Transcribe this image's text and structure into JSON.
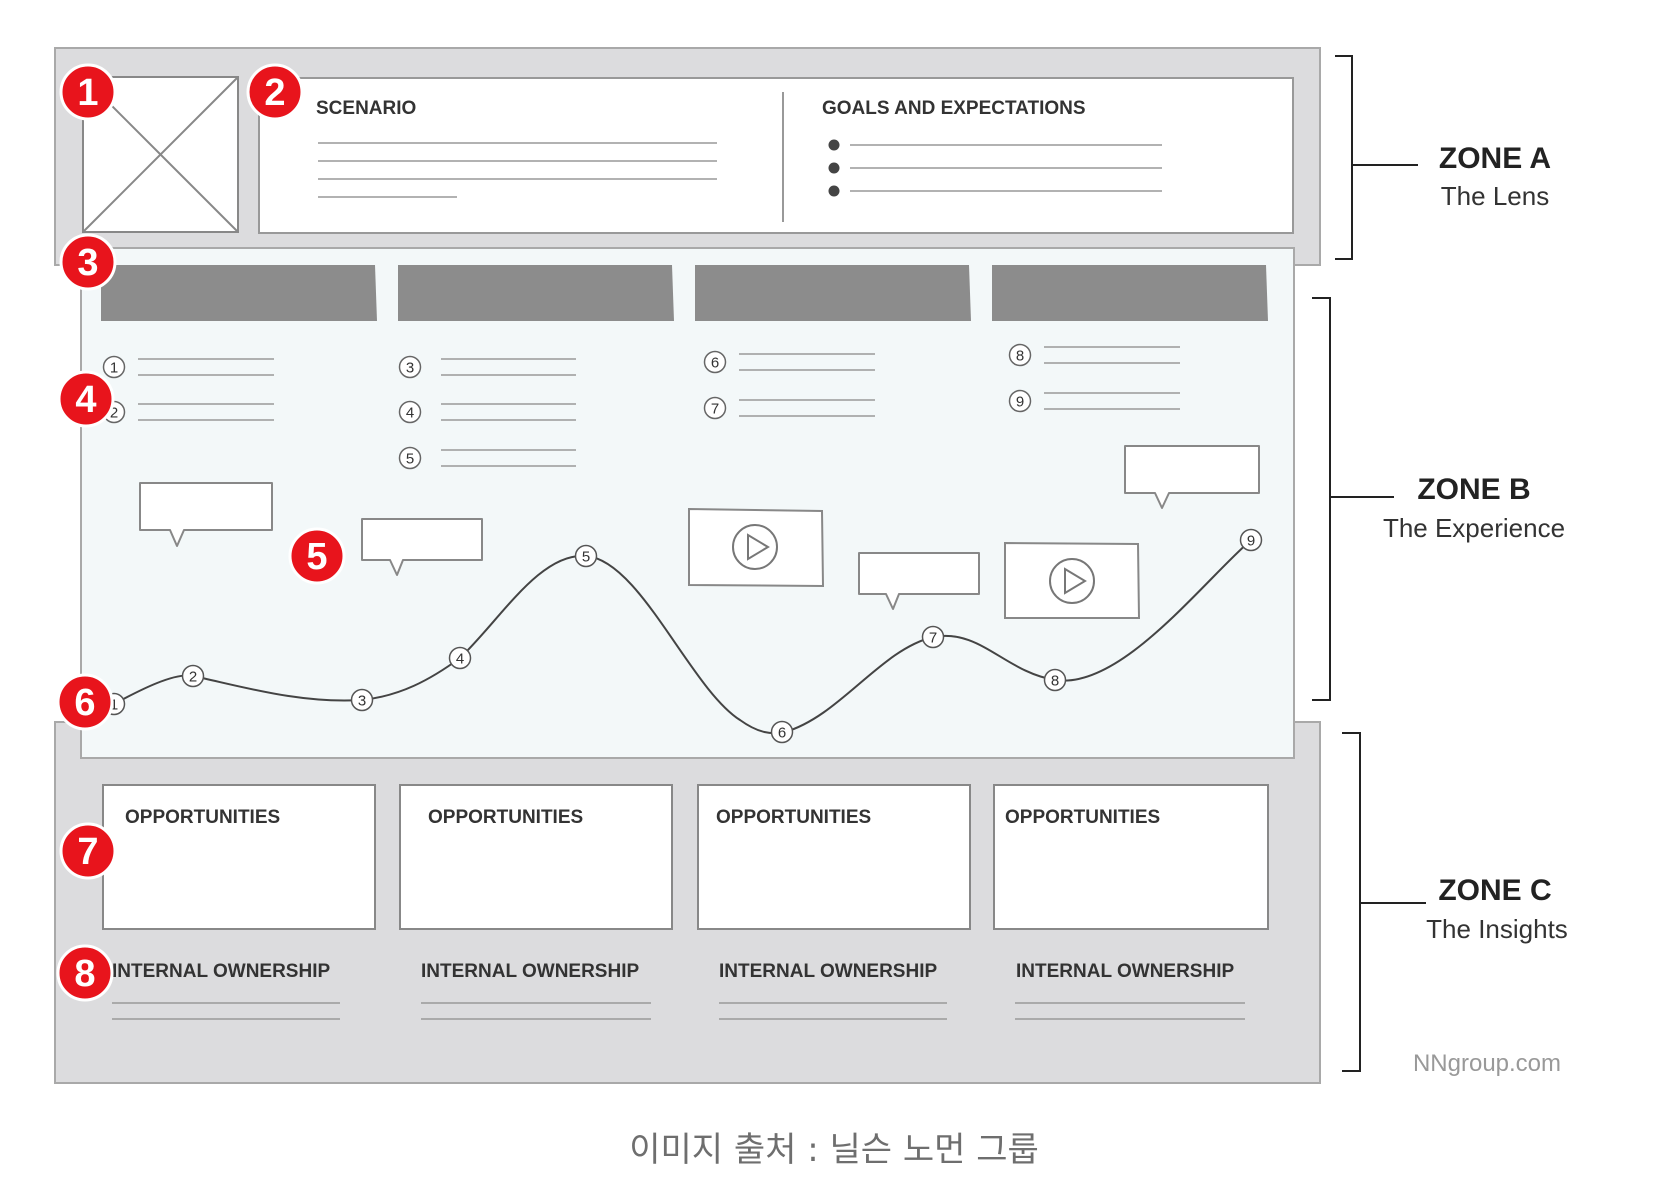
{
  "zone_a": {
    "badges": [
      "1",
      "2"
    ],
    "scenario_heading": "SCENARIO",
    "goals_heading": "GOALS AND EXPECTATIONS",
    "label": "ZONE A",
    "sublabel": "The Lens"
  },
  "zone_b": {
    "badges": [
      "3",
      "4",
      "5",
      "6"
    ],
    "label": "ZONE B",
    "sublabel": "The Experience",
    "step_markers": [
      "1",
      "2",
      "3",
      "4",
      "5",
      "6",
      "7",
      "8",
      "9"
    ],
    "curve_points": [
      "1",
      "2",
      "3",
      "4",
      "5",
      "6",
      "7",
      "8",
      "9"
    ]
  },
  "zone_c": {
    "badges": [
      "7",
      "8"
    ],
    "columns": [
      {
        "opportunities": "OPPORTUNITIES",
        "ownership": "INTERNAL OWNERSHIP"
      },
      {
        "opportunities": "OPPORTUNITIES",
        "ownership": "INTERNAL OWNERSHIP"
      },
      {
        "opportunities": "OPPORTUNITIES",
        "ownership": "INTERNAL OWNERSHIP"
      },
      {
        "opportunities": "OPPORTUNITIES",
        "ownership": "INTERNAL OWNERSHIP"
      }
    ],
    "label": "ZONE C",
    "sublabel": "The Insights"
  },
  "credit": "NNgroup.com",
  "caption": "이미지 출처 : 닐슨 노먼 그룹",
  "colors": {
    "badge": "#e8141c",
    "zone_bg": "#dcdcde",
    "experience_bg": "#f3f8f9",
    "phase_bar": "#8c8c8c",
    "line": "#444444"
  }
}
